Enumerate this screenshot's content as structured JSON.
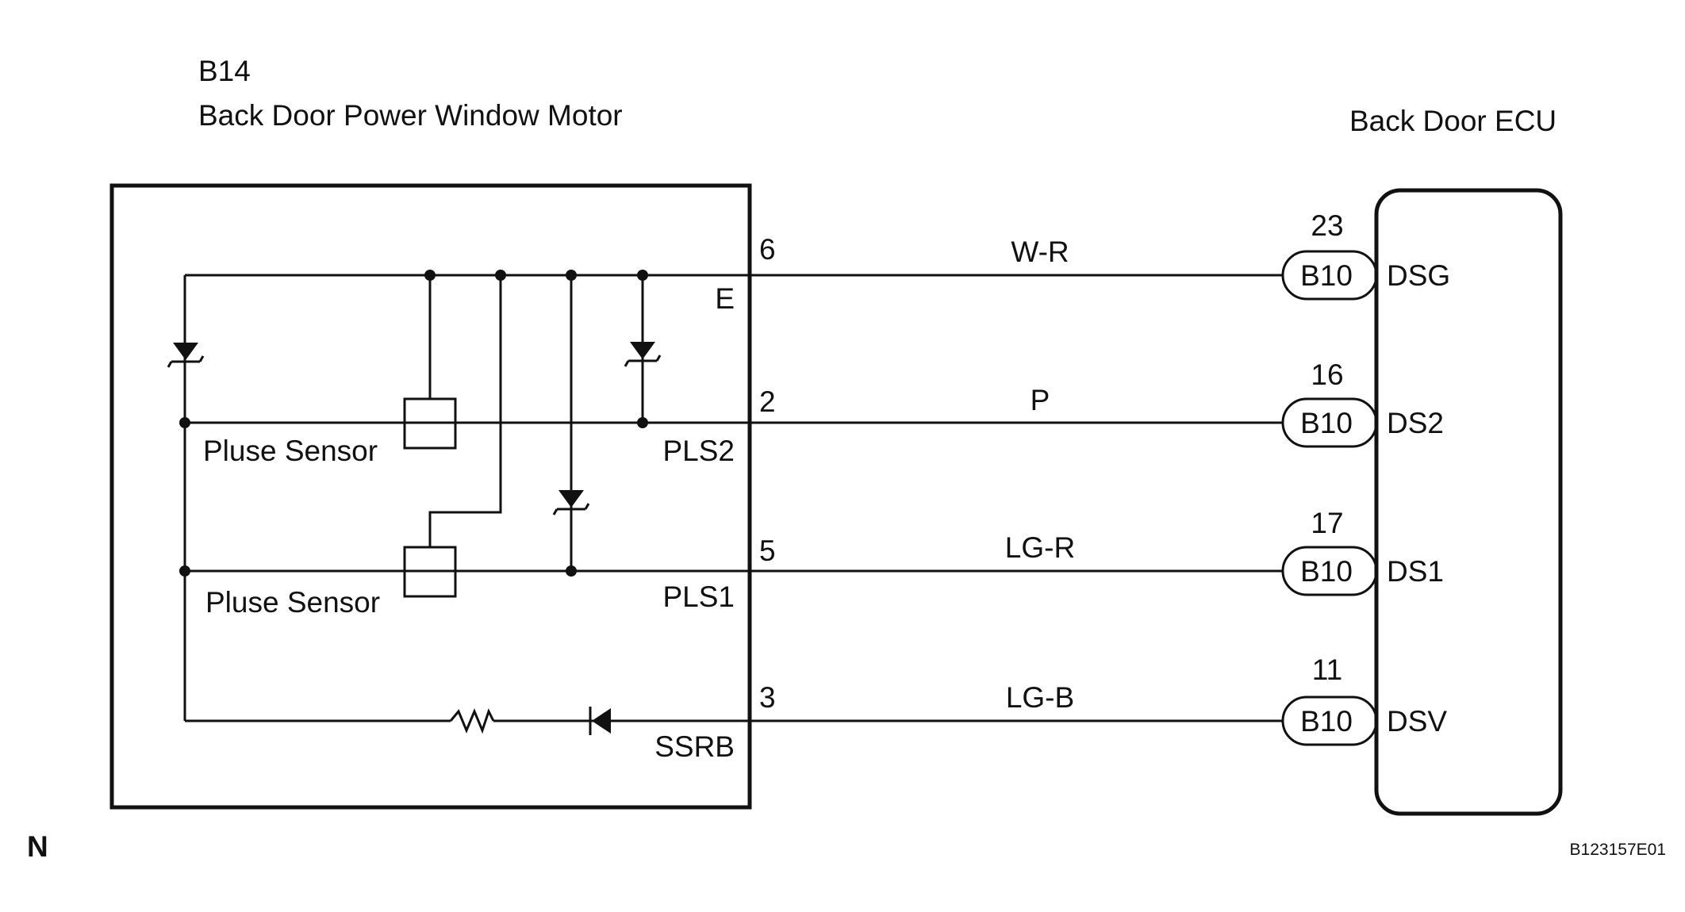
{
  "motor": {
    "code": "B14",
    "name": "Back Door Power Window Motor",
    "sensor_labels": [
      "Pluse Sensor",
      "Pluse Sensor"
    ]
  },
  "ecu": {
    "name": "Back Door ECU"
  },
  "circuits": [
    {
      "motor_pin": "6",
      "motor_terminal": "E",
      "wire": "W-R",
      "connector": "B10",
      "ecu_pin": "23",
      "ecu_terminal": "DSG"
    },
    {
      "motor_pin": "2",
      "motor_terminal": "PLS2",
      "wire": "P",
      "connector": "B10",
      "ecu_pin": "16",
      "ecu_terminal": "DS2"
    },
    {
      "motor_pin": "5",
      "motor_terminal": "PLS1",
      "wire": "LG-R",
      "connector": "B10",
      "ecu_pin": "17",
      "ecu_terminal": "DS1"
    },
    {
      "motor_pin": "3",
      "motor_terminal": "SSRB",
      "wire": "LG-B",
      "connector": "B10",
      "ecu_pin": "11",
      "ecu_terminal": "DSV"
    }
  ],
  "footer": {
    "left_mark": "N",
    "figure_id": "B123157E01"
  }
}
